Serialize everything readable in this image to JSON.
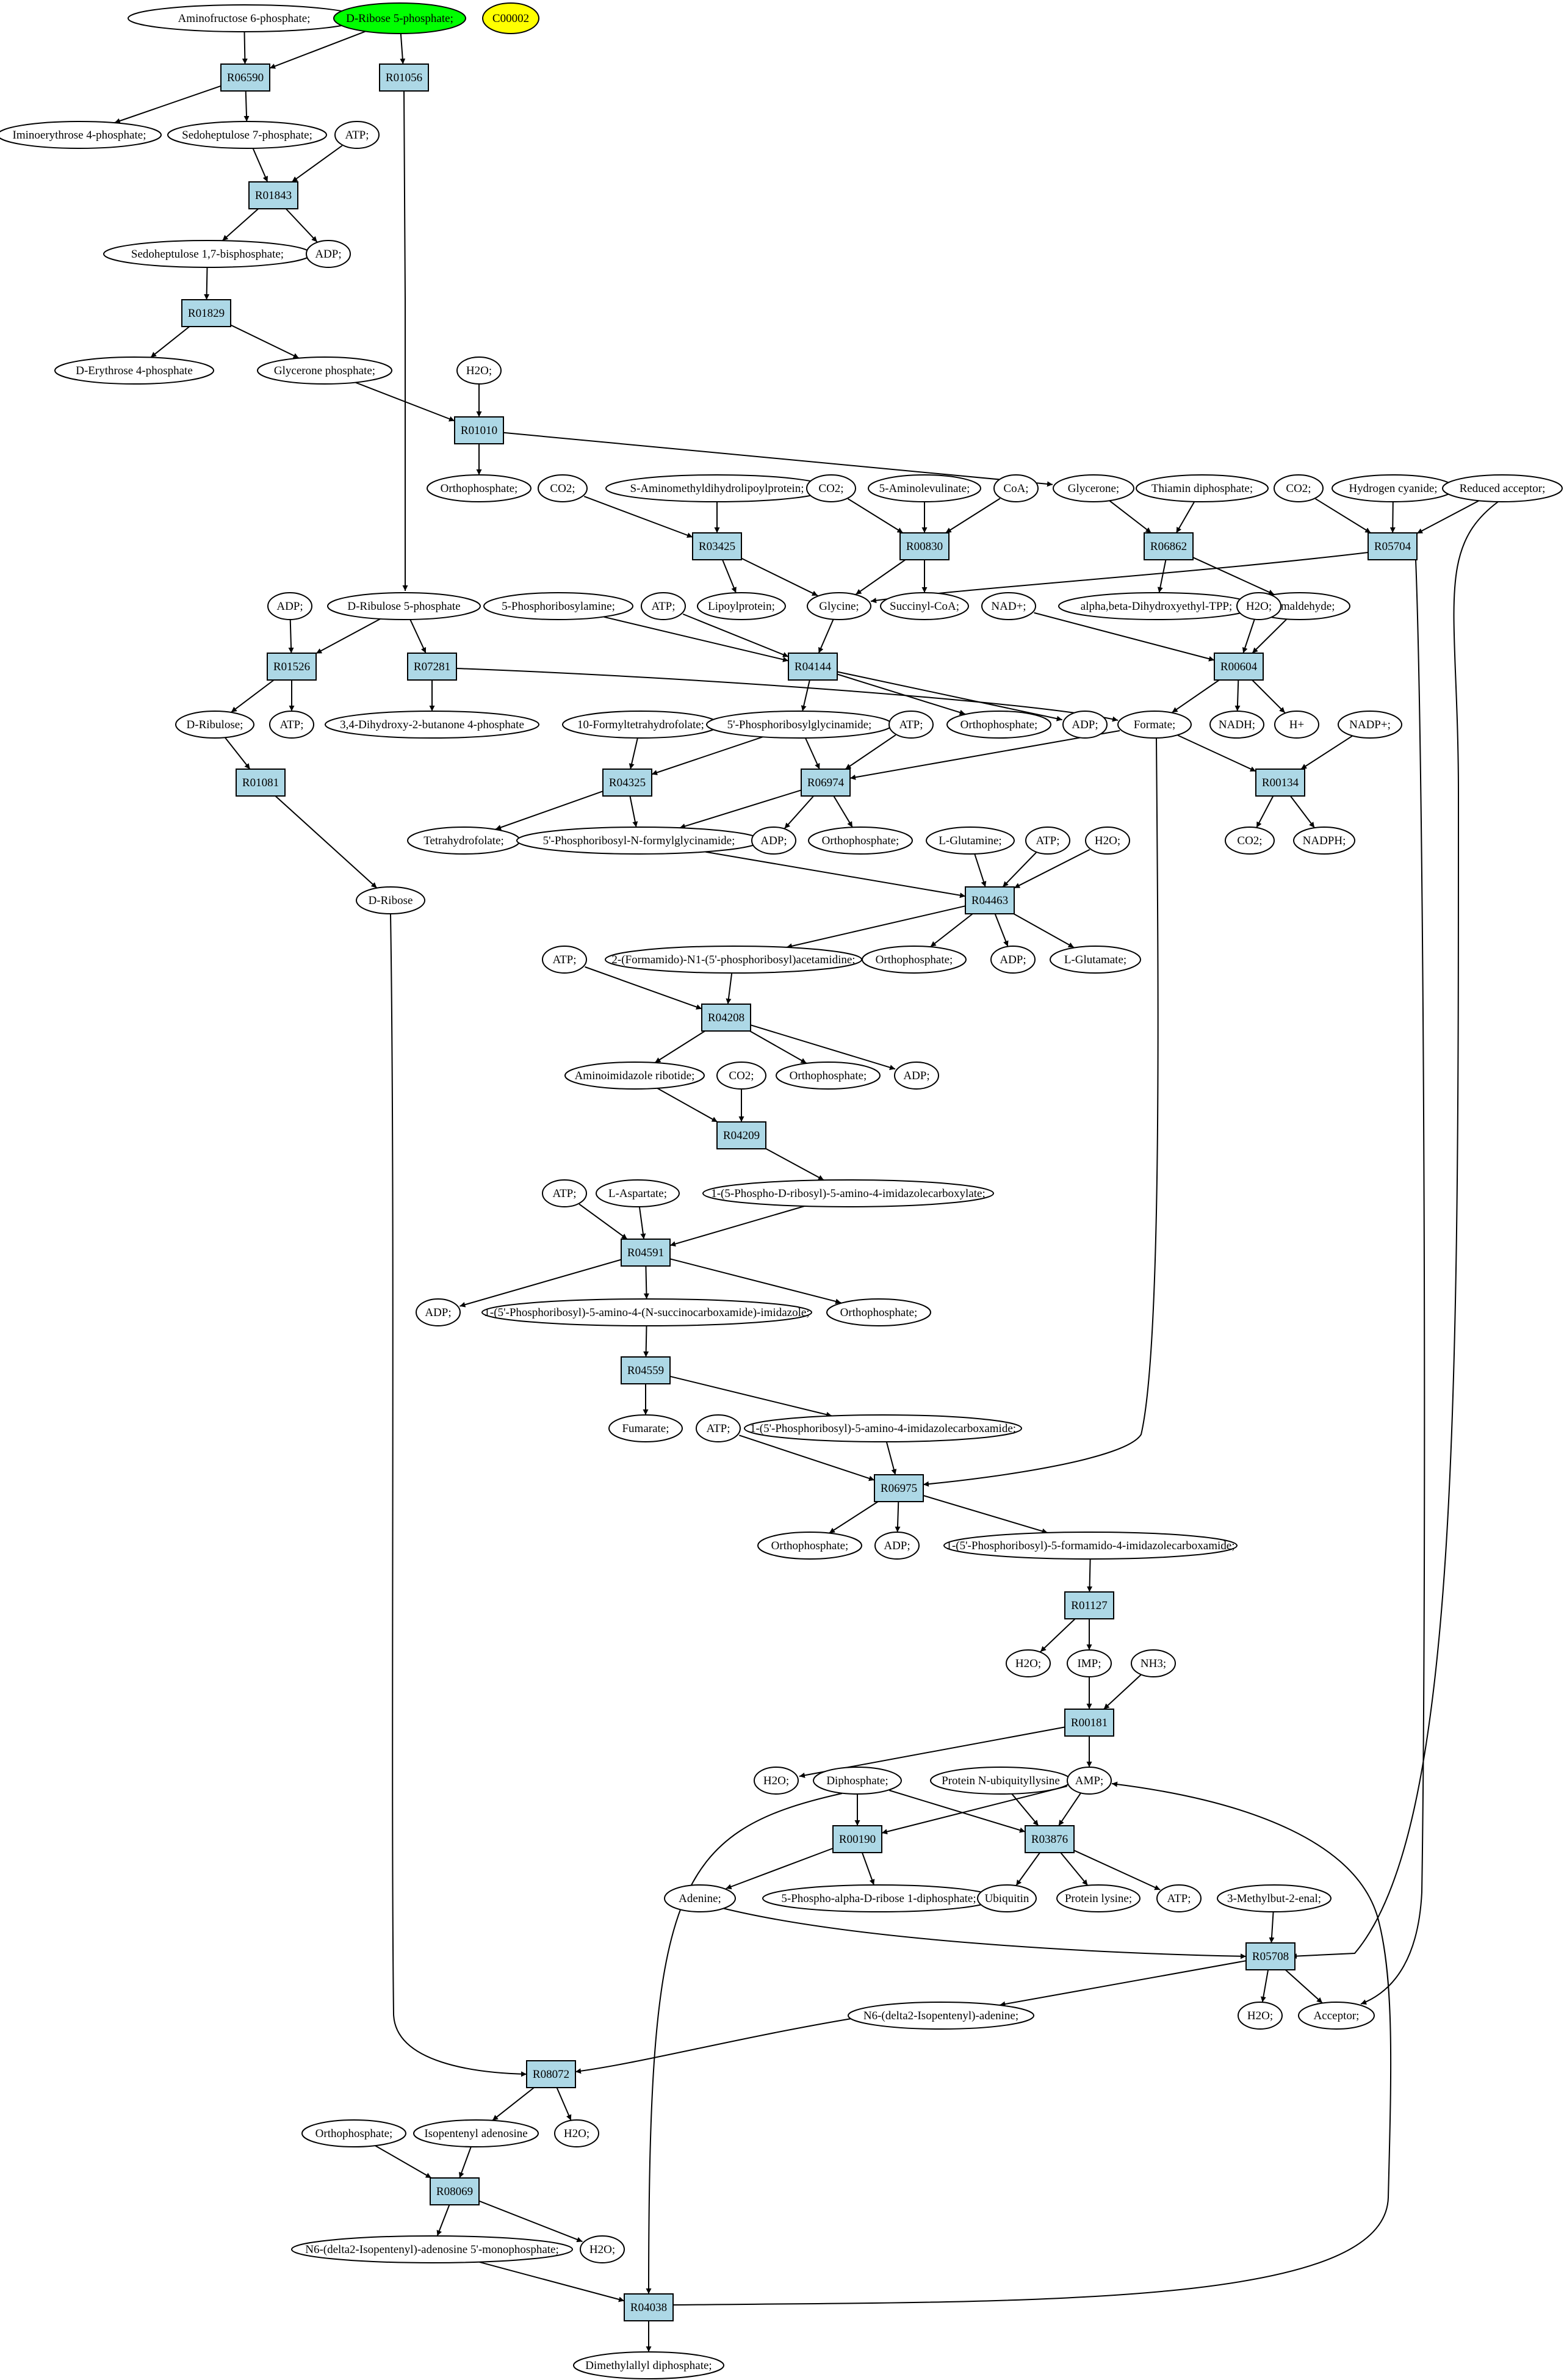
{
  "colors": {
    "reaction_fill": "#add8e6",
    "compound_fill": "#ffffff",
    "highlight_fill": "#00ff00",
    "query_fill": "#ffff00",
    "stroke": "#000000"
  },
  "nodes": [
    {
      "id": "c_aminofructose6p",
      "kind": "compound",
      "label": "Aminofructose 6-phosphate;"
    },
    {
      "id": "c_ribose5p",
      "kind": "compound",
      "label": "D-Ribose 5-phosphate;",
      "highlight": "green"
    },
    {
      "id": "c_c00002",
      "kind": "compound",
      "label": "C00002",
      "highlight": "yellow"
    },
    {
      "id": "r_R06590",
      "kind": "reaction",
      "label": "R06590"
    },
    {
      "id": "r_R01056",
      "kind": "reaction",
      "label": "R01056"
    },
    {
      "id": "c_iminoerythrose4p",
      "kind": "compound",
      "label": "Iminoerythrose 4-phosphate;"
    },
    {
      "id": "c_sedoheptulose7p",
      "kind": "compound",
      "label": "Sedoheptulose 7-phosphate;"
    },
    {
      "id": "c_atp_1",
      "kind": "compound",
      "label": "ATP;"
    },
    {
      "id": "r_R01843",
      "kind": "reaction",
      "label": "R01843"
    },
    {
      "id": "c_sedoheptulose17bp",
      "kind": "compound",
      "label": "Sedoheptulose 1,7-bisphosphate;"
    },
    {
      "id": "c_adp_1",
      "kind": "compound",
      "label": "ADP;"
    },
    {
      "id": "r_R01829",
      "kind": "reaction",
      "label": "R01829"
    },
    {
      "id": "c_erythrose4p",
      "kind": "compound",
      "label": "D-Erythrose 4-phosphate"
    },
    {
      "id": "c_glyceronep",
      "kind": "compound",
      "label": "Glycerone phosphate;"
    },
    {
      "id": "c_h2o_1",
      "kind": "compound",
      "label": "H2O;"
    },
    {
      "id": "r_R01010",
      "kind": "reaction",
      "label": "R01010"
    },
    {
      "id": "c_orthophosphate_1",
      "kind": "compound",
      "label": "Orthophosphate;"
    },
    {
      "id": "c_co2_1",
      "kind": "compound",
      "label": "CO2;"
    },
    {
      "id": "c_saminomethyl",
      "kind": "compound",
      "label": "S-Aminomethyldihydrolipoylprotein;"
    },
    {
      "id": "c_co2_2",
      "kind": "compound",
      "label": "CO2;"
    },
    {
      "id": "c_5aminolevulinate",
      "kind": "compound",
      "label": "5-Aminolevulinate;"
    },
    {
      "id": "c_coa",
      "kind": "compound",
      "label": "CoA;"
    },
    {
      "id": "c_glycerone",
      "kind": "compound",
      "label": "Glycerone;"
    },
    {
      "id": "c_thiamindp",
      "kind": "compound",
      "label": "Thiamin diphosphate;"
    },
    {
      "id": "c_co2_3",
      "kind": "compound",
      "label": "CO2;"
    },
    {
      "id": "c_hcn",
      "kind": "compound",
      "label": "Hydrogen cyanide;"
    },
    {
      "id": "c_reducedacceptor",
      "kind": "compound",
      "label": "Reduced acceptor;"
    },
    {
      "id": "r_R03425",
      "kind": "reaction",
      "label": "R03425"
    },
    {
      "id": "r_R00830",
      "kind": "reaction",
      "label": "R00830"
    },
    {
      "id": "r_R06862",
      "kind": "reaction",
      "label": "R06862"
    },
    {
      "id": "r_R05704",
      "kind": "reaction",
      "label": "R05704"
    },
    {
      "id": "c_lipoylprotein",
      "kind": "compound",
      "label": "Lipoylprotein;"
    },
    {
      "id": "c_glycine",
      "kind": "compound",
      "label": "Glycine;"
    },
    {
      "id": "c_succinylcoa",
      "kind": "compound",
      "label": "Succinyl-CoA;"
    },
    {
      "id": "c_alphabeta",
      "kind": "compound",
      "label": "alpha,beta-Dihydroxyethyl-TPP;"
    },
    {
      "id": "c_formaldehyde",
      "kind": "compound",
      "label": "Formaldehyde;"
    },
    {
      "id": "c_adp_2",
      "kind": "compound",
      "label": "ADP;"
    },
    {
      "id": "c_ribulose5p",
      "kind": "compound",
      "label": "D-Ribulose 5-phosphate"
    },
    {
      "id": "c_5prphosphoribosylamine",
      "kind": "compound",
      "label": "5-Phosphoribosylamine;"
    },
    {
      "id": "c_atp_2",
      "kind": "compound",
      "label": "ATP;"
    },
    {
      "id": "c_nad",
      "kind": "compound",
      "label": "NAD+;"
    },
    {
      "id": "c_h2o_2",
      "kind": "compound",
      "label": "H2O;"
    },
    {
      "id": "r_R01526",
      "kind": "reaction",
      "label": "R01526"
    },
    {
      "id": "r_R07281",
      "kind": "reaction",
      "label": "R07281"
    },
    {
      "id": "r_R04144",
      "kind": "reaction",
      "label": "R04144"
    },
    {
      "id": "r_R00604",
      "kind": "reaction",
      "label": "R00604"
    },
    {
      "id": "c_ribulose",
      "kind": "compound",
      "label": "D-Ribulose;"
    },
    {
      "id": "c_atp_3",
      "kind": "compound",
      "label": "ATP;"
    },
    {
      "id": "c_dihydroxybutanone",
      "kind": "compound",
      "label": "3,4-Dihydroxy-2-butanone 4-phosphate"
    },
    {
      "id": "c_10formylthf",
      "kind": "compound",
      "label": "10-Formyltetrahydrofolate;"
    },
    {
      "id": "c_5prglycinamide",
      "kind": "compound",
      "label": "5'-Phosphoribosylglycinamide;"
    },
    {
      "id": "c_orthophosphate_2",
      "kind": "compound",
      "label": "Orthophosphate;"
    },
    {
      "id": "c_adp_3",
      "kind": "compound",
      "label": "ADP;"
    },
    {
      "id": "c_formate",
      "kind": "compound",
      "label": "Formate;"
    },
    {
      "id": "c_nadh",
      "kind": "compound",
      "label": "NADH;"
    },
    {
      "id": "c_hplus",
      "kind": "compound",
      "label": "H+"
    },
    {
      "id": "c_atp_4",
      "kind": "compound",
      "label": "ATP;"
    },
    {
      "id": "c_nadp",
      "kind": "compound",
      "label": "NADP+;"
    },
    {
      "id": "r_R01081",
      "kind": "reaction",
      "label": "R01081"
    },
    {
      "id": "r_R04325",
      "kind": "reaction",
      "label": "R04325"
    },
    {
      "id": "r_R06974",
      "kind": "reaction",
      "label": "R06974"
    },
    {
      "id": "r_R00134",
      "kind": "reaction",
      "label": "R00134"
    },
    {
      "id": "c_thf",
      "kind": "compound",
      "label": "Tetrahydrofolate;"
    },
    {
      "id": "c_5prformylglycinamide",
      "kind": "compound",
      "label": "5'-Phosphoribosyl-N-formylglycinamide;"
    },
    {
      "id": "c_adp_4",
      "kind": "compound",
      "label": "ADP;"
    },
    {
      "id": "c_orthophosphate_3",
      "kind": "compound",
      "label": "Orthophosphate;"
    },
    {
      "id": "c_lglutamine",
      "kind": "compound",
      "label": "L-Glutamine;"
    },
    {
      "id": "c_atp_5",
      "kind": "compound",
      "label": "ATP;"
    },
    {
      "id": "c_h2o_3",
      "kind": "compound",
      "label": "H2O;"
    },
    {
      "id": "c_co2_4",
      "kind": "compound",
      "label": "CO2;"
    },
    {
      "id": "c_nadph",
      "kind": "compound",
      "label": "NADPH;"
    },
    {
      "id": "c_dribose",
      "kind": "compound",
      "label": "D-Ribose"
    },
    {
      "id": "r_R04463",
      "kind": "reaction",
      "label": "R04463"
    },
    {
      "id": "c_atp_6",
      "kind": "compound",
      "label": "ATP;"
    },
    {
      "id": "c_formamidoacetamidine",
      "kind": "compound",
      "label": "2-(Formamido)-N1-(5'-phosphoribosyl)acetamidine;"
    },
    {
      "id": "c_orthophosphate_4",
      "kind": "compound",
      "label": "Orthophosphate;"
    },
    {
      "id": "c_adp_5",
      "kind": "compound",
      "label": "ADP;"
    },
    {
      "id": "c_lglutamate",
      "kind": "compound",
      "label": "L-Glutamate;"
    },
    {
      "id": "r_R04208",
      "kind": "reaction",
      "label": "R04208"
    },
    {
      "id": "c_air",
      "kind": "compound",
      "label": "Aminoimidazole ribotide;"
    },
    {
      "id": "c_orthophosphate_5",
      "kind": "compound",
      "label": "Orthophosphate;"
    },
    {
      "id": "c_adp_6",
      "kind": "compound",
      "label": "ADP;"
    },
    {
      "id": "c_co2_5",
      "kind": "compound",
      "label": "CO2;"
    },
    {
      "id": "r_R04209",
      "kind": "reaction",
      "label": "R04209"
    },
    {
      "id": "c_cair",
      "kind": "compound",
      "label": "1-(5-Phospho-D-ribosyl)-5-amino-4-imidazolecarboxylate;"
    },
    {
      "id": "c_atp_7",
      "kind": "compound",
      "label": "ATP;"
    },
    {
      "id": "c_laspartate",
      "kind": "compound",
      "label": "L-Aspartate;"
    },
    {
      "id": "r_R04591",
      "kind": "reaction",
      "label": "R04591"
    },
    {
      "id": "c_adp_7",
      "kind": "compound",
      "label": "ADP;"
    },
    {
      "id": "c_saicar",
      "kind": "compound",
      "label": "1-(5'-Phosphoribosyl)-5-amino-4-(N-succinocarboxamide)-imidazole;"
    },
    {
      "id": "c_orthophosphate_6",
      "kind": "compound",
      "label": "Orthophosphate;"
    },
    {
      "id": "r_R04559",
      "kind": "reaction",
      "label": "R04559"
    },
    {
      "id": "c_fumarate",
      "kind": "compound",
      "label": "Fumarate;"
    },
    {
      "id": "c_atp_8",
      "kind": "compound",
      "label": "ATP;"
    },
    {
      "id": "c_aicar",
      "kind": "compound",
      "label": "1-(5'-Phosphoribosyl)-5-amino-4-imidazolecarboxamide;"
    },
    {
      "id": "r_R06975",
      "kind": "reaction",
      "label": "R06975"
    },
    {
      "id": "c_orthophosphate_7",
      "kind": "compound",
      "label": "Orthophosphate;"
    },
    {
      "id": "c_adp_8",
      "kind": "compound",
      "label": "ADP;"
    },
    {
      "id": "c_faicar",
      "kind": "compound",
      "label": "1-(5'-Phosphoribosyl)-5-formamido-4-imidazolecarboxamide;"
    },
    {
      "id": "r_R01127",
      "kind": "reaction",
      "label": "R01127"
    },
    {
      "id": "c_h2o_4",
      "kind": "compound",
      "label": "H2O;"
    },
    {
      "id": "c_imp",
      "kind": "compound",
      "label": "IMP;"
    },
    {
      "id": "c_nh3",
      "kind": "compound",
      "label": "NH3;"
    },
    {
      "id": "r_R00181",
      "kind": "reaction",
      "label": "R00181"
    },
    {
      "id": "c_h2o_5",
      "kind": "compound",
      "label": "H2O;"
    },
    {
      "id": "c_diphosphate",
      "kind": "compound",
      "label": "Diphosphate;"
    },
    {
      "id": "c_proteinnubiq",
      "kind": "compound",
      "label": "Protein N-ubiquityllysine"
    },
    {
      "id": "c_amp",
      "kind": "compound",
      "label": "AMP;"
    },
    {
      "id": "r_R00190",
      "kind": "reaction",
      "label": "R00190"
    },
    {
      "id": "r_R03876",
      "kind": "reaction",
      "label": "R03876"
    },
    {
      "id": "c_adenine",
      "kind": "compound",
      "label": "Adenine;"
    },
    {
      "id": "c_prpp",
      "kind": "compound",
      "label": "5-Phospho-alpha-D-ribose 1-diphosphate;"
    },
    {
      "id": "c_ubiquitin",
      "kind": "compound",
      "label": "Ubiquitin"
    },
    {
      "id": "c_proteinlysine",
      "kind": "compound",
      "label": "Protein lysine;"
    },
    {
      "id": "c_atp_9",
      "kind": "compound",
      "label": "ATP;"
    },
    {
      "id": "c_methylbutenal",
      "kind": "compound",
      "label": "3-Methylbut-2-enal;"
    },
    {
      "id": "r_R05708",
      "kind": "reaction",
      "label": "R05708"
    },
    {
      "id": "c_n6isopentenyladenine",
      "kind": "compound",
      "label": "N6-(delta2-Isopentenyl)-adenine;"
    },
    {
      "id": "c_h2o_6",
      "kind": "compound",
      "label": "H2O;"
    },
    {
      "id": "c_acceptor",
      "kind": "compound",
      "label": "Acceptor;"
    },
    {
      "id": "r_R08072",
      "kind": "reaction",
      "label": "R08072"
    },
    {
      "id": "c_orthophosphate_8",
      "kind": "compound",
      "label": "Orthophosphate;"
    },
    {
      "id": "c_isopentenyladenosine",
      "kind": "compound",
      "label": "Isopentenyl adenosine"
    },
    {
      "id": "c_h2o_7",
      "kind": "compound",
      "label": "H2O;"
    },
    {
      "id": "r_R08069",
      "kind": "reaction",
      "label": "R08069"
    },
    {
      "id": "c_n6isopentenylamp",
      "kind": "compound",
      "label": "N6-(delta2-Isopentenyl)-adenosine 5'-monophosphate;"
    },
    {
      "id": "c_h2o_8",
      "kind": "compound",
      "label": "H2O;"
    },
    {
      "id": "r_R04038",
      "kind": "reaction",
      "label": "R04038"
    },
    {
      "id": "c_dmapp",
      "kind": "compound",
      "label": "Dimethylallyl diphosphate;"
    }
  ],
  "edges": [
    [
      "c_aminofructose6p",
      "r_R06590"
    ],
    [
      "c_ribose5p",
      "r_R06590"
    ],
    [
      "c_ribose5p",
      "r_R01056"
    ],
    [
      "r_R06590",
      "c_iminoerythrose4p"
    ],
    [
      "r_R06590",
      "c_sedoheptulose7p"
    ],
    [
      "c_sedoheptulose7p",
      "r_R01843"
    ],
    [
      "c_atp_1",
      "r_R01843"
    ],
    [
      "r_R01843",
      "c_sedoheptulose17bp"
    ],
    [
      "r_R01843",
      "c_adp_1"
    ],
    [
      "c_sedoheptulose17bp",
      "r_R01829"
    ],
    [
      "r_R01829",
      "c_erythrose4p"
    ],
    [
      "r_R01829",
      "c_glyceronep"
    ],
    [
      "c_glyceronep",
      "r_R01010"
    ],
    [
      "c_h2o_1",
      "r_R01010"
    ],
    [
      "r_R01010",
      "c_orthophosphate_1"
    ],
    [
      "r_R01010",
      "c_glycerone"
    ],
    [
      "r_R01056",
      "c_ribulose5p"
    ],
    [
      "c_co2_1",
      "r_R03425"
    ],
    [
      "c_saminomethyl",
      "r_R03425"
    ],
    [
      "r_R03425",
      "c_lipoylprotein"
    ],
    [
      "r_R03425",
      "c_glycine"
    ],
    [
      "c_co2_2",
      "r_R00830"
    ],
    [
      "c_5aminolevulinate",
      "r_R00830"
    ],
    [
      "c_coa",
      "r_R00830"
    ],
    [
      "r_R00830",
      "c_glycine"
    ],
    [
      "r_R00830",
      "c_succinylcoa"
    ],
    [
      "c_glycerone",
      "r_R06862"
    ],
    [
      "c_thiamindp",
      "r_R06862"
    ],
    [
      "r_R06862",
      "c_alphabeta"
    ],
    [
      "r_R06862",
      "c_formaldehyde"
    ],
    [
      "c_co2_3",
      "r_R05704"
    ],
    [
      "c_hcn",
      "r_R05704"
    ],
    [
      "c_reducedacceptor",
      "r_R05704"
    ],
    [
      "r_R05704",
      "c_glycine"
    ],
    [
      "r_R05704",
      "c_acceptor"
    ],
    [
      "c_reducedacceptor",
      "r_R05708"
    ],
    [
      "c_adp_2",
      "r_R01526"
    ],
    [
      "c_ribulose5p",
      "r_R01526"
    ],
    [
      "c_ribulose5p",
      "r_R07281"
    ],
    [
      "r_R01526",
      "c_ribulose"
    ],
    [
      "r_R01526",
      "c_atp_3"
    ],
    [
      "r_R07281",
      "c_dihydroxybutanone"
    ],
    [
      "r_R07281",
      "c_formate"
    ],
    [
      "c_5prphosphoribosylamine",
      "r_R04144"
    ],
    [
      "c_atp_2",
      "r_R04144"
    ],
    [
      "c_glycine",
      "r_R04144"
    ],
    [
      "r_R04144",
      "c_5prglycinamide"
    ],
    [
      "r_R04144",
      "c_orthophosphate_2"
    ],
    [
      "r_R04144",
      "c_adp_3"
    ],
    [
      "c_nad",
      "r_R00604"
    ],
    [
      "c_h2o_2",
      "r_R00604"
    ],
    [
      "c_formaldehyde",
      "r_R00604"
    ],
    [
      "r_R00604",
      "c_formate"
    ],
    [
      "r_R00604",
      "c_nadh"
    ],
    [
      "r_R00604",
      "c_hplus"
    ],
    [
      "c_ribulose",
      "r_R01081"
    ],
    [
      "r_R01081",
      "c_dribose"
    ],
    [
      "c_10formylthf",
      "r_R04325"
    ],
    [
      "c_5prglycinamide",
      "r_R04325"
    ],
    [
      "r_R04325",
      "c_thf"
    ],
    [
      "r_R04325",
      "c_5prformylglycinamide"
    ],
    [
      "c_5prglycinamide",
      "r_R06974"
    ],
    [
      "c_atp_4",
      "r_R06974"
    ],
    [
      "c_formate",
      "r_R06974"
    ],
    [
      "r_R06974",
      "c_5prformylglycinamide"
    ],
    [
      "r_R06974",
      "c_adp_4"
    ],
    [
      "r_R06974",
      "c_orthophosphate_3"
    ],
    [
      "c_formate",
      "r_R00134"
    ],
    [
      "c_nadp",
      "r_R00134"
    ],
    [
      "r_R00134",
      "c_co2_4"
    ],
    [
      "r_R00134",
      "c_nadph"
    ],
    [
      "c_formate",
      "r_R06975"
    ],
    [
      "c_5prformylglycinamide",
      "r_R04463"
    ],
    [
      "c_lglutamine",
      "r_R04463"
    ],
    [
      "c_atp_5",
      "r_R04463"
    ],
    [
      "c_h2o_3",
      "r_R04463"
    ],
    [
      "r_R04463",
      "c_formamidoacetamidine"
    ],
    [
      "r_R04463",
      "c_orthophosphate_4"
    ],
    [
      "r_R04463",
      "c_adp_5"
    ],
    [
      "r_R04463",
      "c_lglutamate"
    ],
    [
      "c_atp_6",
      "r_R04208"
    ],
    [
      "c_formamidoacetamidine",
      "r_R04208"
    ],
    [
      "r_R04208",
      "c_air"
    ],
    [
      "r_R04208",
      "c_orthophosphate_5"
    ],
    [
      "r_R04208",
      "c_adp_6"
    ],
    [
      "c_air",
      "r_R04209"
    ],
    [
      "c_co2_5",
      "r_R04209"
    ],
    [
      "r_R04209",
      "c_cair"
    ],
    [
      "c_atp_7",
      "r_R04591"
    ],
    [
      "c_laspartate",
      "r_R04591"
    ],
    [
      "c_cair",
      "r_R04591"
    ],
    [
      "r_R04591",
      "c_adp_7"
    ],
    [
      "r_R04591",
      "c_saicar"
    ],
    [
      "r_R04591",
      "c_orthophosphate_6"
    ],
    [
      "c_saicar",
      "r_R04559"
    ],
    [
      "r_R04559",
      "c_fumarate"
    ],
    [
      "r_R04559",
      "c_aicar"
    ],
    [
      "c_atp_8",
      "r_R06975"
    ],
    [
      "c_aicar",
      "r_R06975"
    ],
    [
      "r_R06975",
      "c_orthophosphate_7"
    ],
    [
      "r_R06975",
      "c_adp_8"
    ],
    [
      "r_R06975",
      "c_faicar"
    ],
    [
      "c_faicar",
      "r_R01127"
    ],
    [
      "r_R01127",
      "c_h2o_4"
    ],
    [
      "r_R01127",
      "c_imp"
    ],
    [
      "c_imp",
      "r_R00181"
    ],
    [
      "c_nh3",
      "r_R00181"
    ],
    [
      "r_R00181",
      "c_h2o_5"
    ],
    [
      "r_R00181",
      "c_amp"
    ],
    [
      "c_diphosphate",
      "r_R00190"
    ],
    [
      "c_amp",
      "r_R00190"
    ],
    [
      "c_diphosphate",
      "r_R03876"
    ],
    [
      "c_proteinnubiq",
      "r_R03876"
    ],
    [
      "c_amp",
      "r_R03876"
    ],
    [
      "c_diphosphate",
      "r_R04038"
    ],
    [
      "r_R00190",
      "c_adenine"
    ],
    [
      "r_R00190",
      "c_prpp"
    ],
    [
      "r_R03876",
      "c_ubiquitin"
    ],
    [
      "r_R03876",
      "c_proteinlysine"
    ],
    [
      "r_R03876",
      "c_atp_9"
    ],
    [
      "c_adenine",
      "r_R05708"
    ],
    [
      "c_methylbutenal",
      "r_R05708"
    ],
    [
      "r_R05708",
      "c_n6isopentenyladenine"
    ],
    [
      "r_R05708",
      "c_h2o_6"
    ],
    [
      "r_R05708",
      "c_acceptor"
    ],
    [
      "c_dribose",
      "r_R08072"
    ],
    [
      "c_n6isopentenyladenine",
      "r_R08072"
    ],
    [
      "r_R08072",
      "c_isopentenyladenosine"
    ],
    [
      "r_R08072",
      "c_h2o_7"
    ],
    [
      "c_orthophosphate_8",
      "r_R08069"
    ],
    [
      "c_isopentenyladenosine",
      "r_R08069"
    ],
    [
      "r_R08069",
      "c_n6isopentenylamp"
    ],
    [
      "r_R08069",
      "c_h2o_8"
    ],
    [
      "c_n6isopentenylamp",
      "r_R04038"
    ],
    [
      "r_R04038",
      "c_dmapp"
    ],
    [
      "r_R04038",
      "c_amp"
    ]
  ]
}
